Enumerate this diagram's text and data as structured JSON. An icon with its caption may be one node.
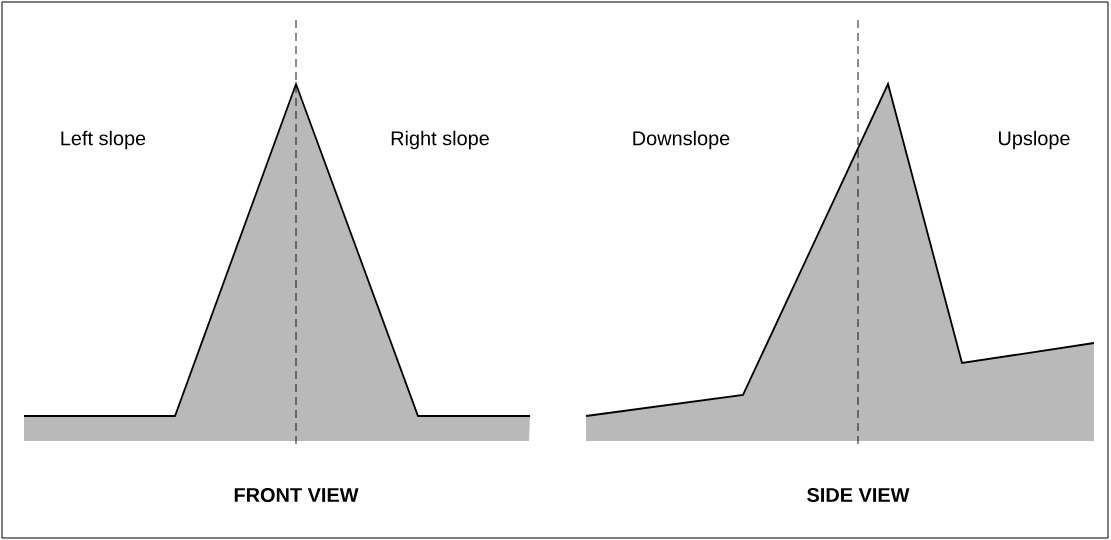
{
  "diagram": {
    "labels": [
      "Left slope",
      "Right slope",
      "Downslope",
      "Upslope",
      "FRONT VIEW",
      "SIDE VIEW"
    ]
  }
}
